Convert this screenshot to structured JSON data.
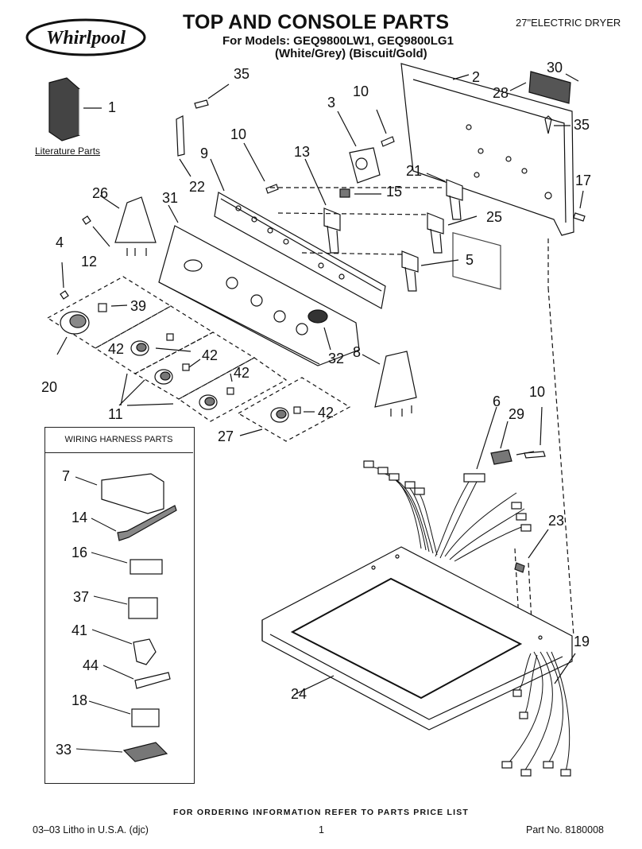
{
  "header": {
    "brand": "Whirlpool",
    "title": "TOP AND CONSOLE PARTS",
    "models_line": "For Models: GEQ9800LW1, GEQ9800LG1",
    "colors_line": "(White/Grey)   (Biscuit/Gold)",
    "product": "27\"ELECTRIC DRYER"
  },
  "literature_label": "Literature Parts",
  "harness": {
    "title": "WIRING HARNESS PARTS"
  },
  "callouts": {
    "c1": "1",
    "c2": "2",
    "c3": "3",
    "c4": "4",
    "c5": "5",
    "c6": "6",
    "c7": "7",
    "c8": "8",
    "c9": "9",
    "c10a": "10",
    "c10b": "10",
    "c10c": "10",
    "c11": "11",
    "c12": "12",
    "c13": "13",
    "c14": "14",
    "c15": "15",
    "c16": "16",
    "c17": "17",
    "c18": "18",
    "c19": "19",
    "c20": "20",
    "c21": "21",
    "c22": "22",
    "c23": "23",
    "c24": "24",
    "c25": "25",
    "c26": "26",
    "c27": "27",
    "c28": "28",
    "c29": "29",
    "c30": "30",
    "c31": "31",
    "c32": "32",
    "c33": "33",
    "c35a": "35",
    "c35b": "35",
    "c37": "37",
    "c39": "39",
    "c41": "41",
    "c42a": "42",
    "c42b": "42",
    "c42c": "42",
    "c42d": "42",
    "c44": "44"
  },
  "footer": {
    "note": "FOR ORDERING INFORMATION REFER TO PARTS PRICE LIST",
    "litho": "03–03 Litho in U.S.A. (djc)",
    "page": "1",
    "part_no": "Part No. 8180008"
  }
}
